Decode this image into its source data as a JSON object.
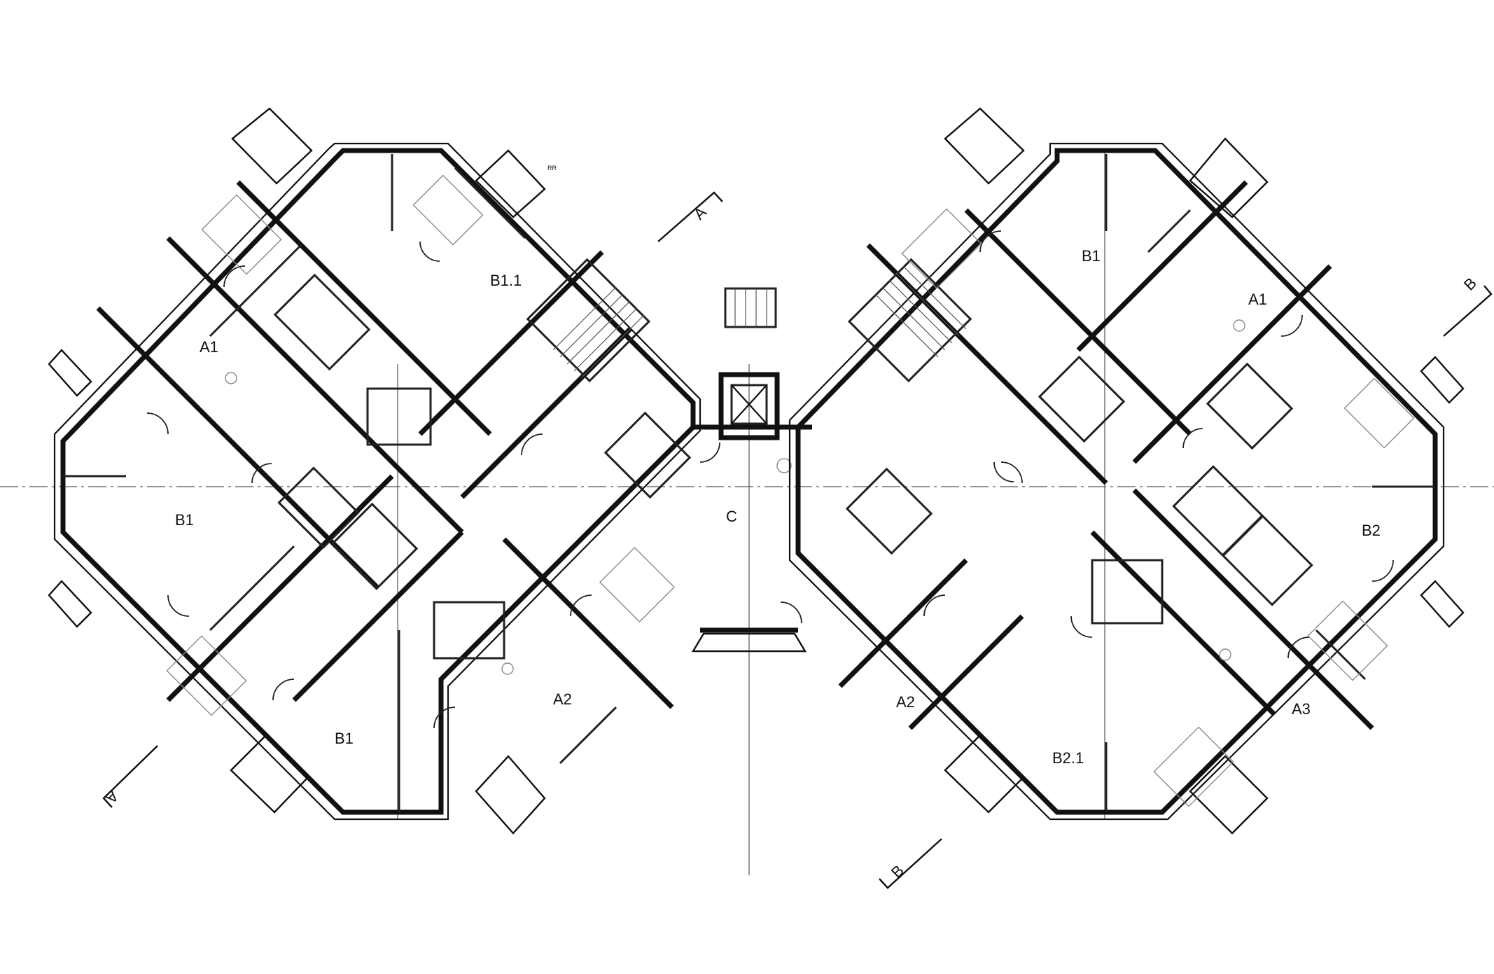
{
  "drawing": {
    "type": "floor-plan",
    "line_color": "#111111",
    "background": "#ffffff"
  },
  "units": [
    {
      "id": "left-top-A1",
      "label": "A1"
    },
    {
      "id": "left-top-B11",
      "label": "B1.1"
    },
    {
      "id": "left-mid-B1",
      "label": "B1"
    },
    {
      "id": "left-bottom-B1",
      "label": "B1"
    },
    {
      "id": "left-bottom-A2",
      "label": "A2"
    },
    {
      "id": "center-C",
      "label": "C"
    },
    {
      "id": "right-top-B1",
      "label": "B1"
    },
    {
      "id": "right-top-A1",
      "label": "A1"
    },
    {
      "id": "right-mid-B2",
      "label": "B2"
    },
    {
      "id": "right-bottom-A2",
      "label": "A2"
    },
    {
      "id": "right-bottom-B21",
      "label": "B2.1"
    },
    {
      "id": "right-bottom-A3",
      "label": "A3"
    }
  ],
  "section_markers": [
    {
      "id": "A-top",
      "label": "A"
    },
    {
      "id": "A-bottom",
      "label": "A"
    },
    {
      "id": "B-right",
      "label": "B"
    },
    {
      "id": "B-bottom",
      "label": "B"
    }
  ],
  "annotations": {
    "mark_rr": "RR"
  }
}
